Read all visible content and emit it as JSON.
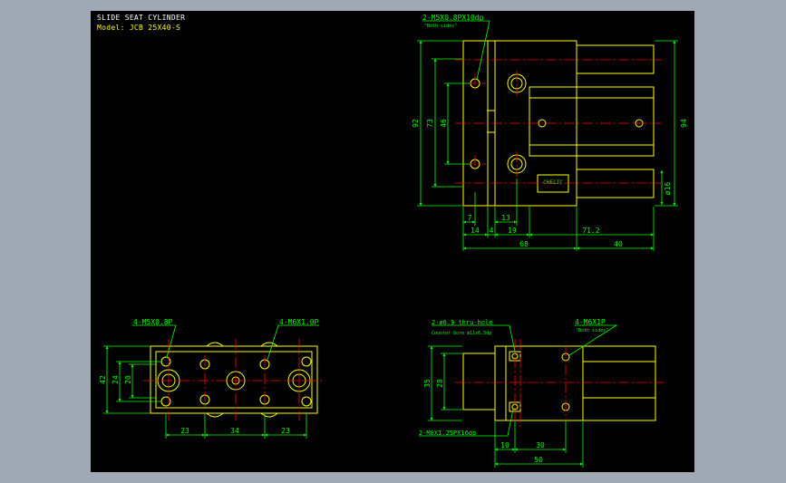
{
  "sheet": {
    "title": "SLIDE SEAT CYLINDER",
    "model": "Model: JCB 25X40-S"
  },
  "colors": {
    "background": "#000000",
    "outline": "#ffff00",
    "dimension": "#00ff00",
    "centerline": "#ff0000",
    "viewport_frame": "#a2a9b6",
    "title_text": "#ffffff"
  },
  "top_view": {
    "callout_top": "2-M5X0.8PX10dp",
    "callout_top_note": "\"Both sides\"",
    "dims_vertical": [
      "92",
      "73",
      "46",
      "94",
      "ø16"
    ],
    "dims_horizontal": [
      "7",
      "13",
      "14",
      "4",
      "19",
      "71.2",
      "68",
      "40"
    ],
    "logo_text": "CHELIC"
  },
  "front_view": {
    "callout_left": "4-M5X0.8P",
    "callout_right": "4-M6X1.0P",
    "dims_vertical": [
      "42",
      "24",
      "20"
    ],
    "dims_horizontal": [
      "23",
      "34",
      "23"
    ]
  },
  "side_view": {
    "callout_hole": "2-ø6.9  thru-hole",
    "callout_hole_note": "Counter bore ø11x6.5dp",
    "callout_right": "4-M6X1P",
    "callout_right_note": "\"Both sides\"",
    "callout_bottom": "2-M8X1.25PX16dp",
    "dims_vertical": [
      "35",
      "28"
    ],
    "dims_horizontal": [
      "10",
      "30",
      "50"
    ]
  }
}
